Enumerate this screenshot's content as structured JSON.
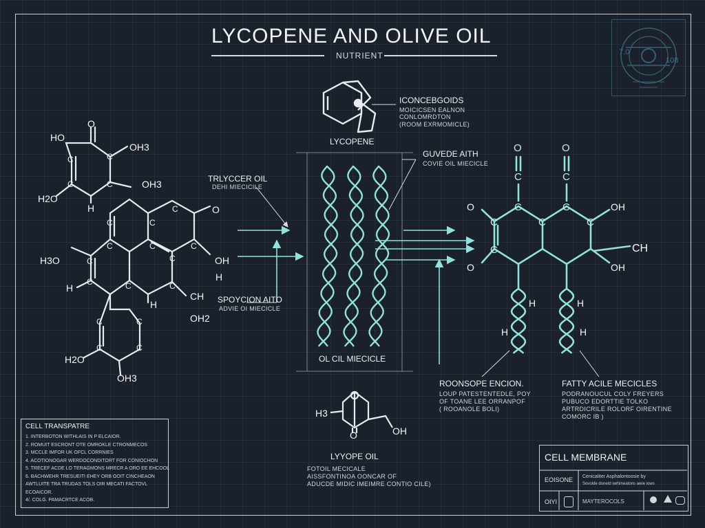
{
  "header": {
    "title": "LYCOPENE AND OLIVE OIL",
    "subtitle": "NUTRIENT"
  },
  "stamp": {
    "left_text": "7.0",
    "right_text": "108"
  },
  "labels": {
    "iconcebgoids": {
      "title": "ICONCEBGOIDS",
      "lines": [
        "MOICICSEN EALNON",
        "CONLOMRDTON",
        "(ROOM EXRMOMICLE)"
      ]
    },
    "lycopene": "LYCOPENE",
    "guvede": {
      "title": "GUVEDE AITH",
      "line": "COVIE OIL MIECICLE"
    },
    "trycer": {
      "title": "TRLYCCER OIL",
      "line": "DEHI MIECICILE"
    },
    "spoycion": {
      "title": "SPOYCION AITO",
      "line": "ADVIE OI MIECICLE"
    },
    "oil_micelle": "OL CIL MIECICLE",
    "roonsope": {
      "title": "ROONSOPE ENCION.",
      "lines": [
        "LOUP PATESTENTEDLE, POY",
        "OF TOANE LEE ORRANPOF",
        "( ROOANOLE BOLI)"
      ]
    },
    "fatty": {
      "title": "FATTY ACILE MECICLES",
      "lines": [
        "PODRANOUCUL COLY FREYERS",
        "PUBUCO EDORTTIE TOLKO",
        "ARTRDICRILE ROLORF OIRENTINE",
        "COMORC IB )"
      ]
    },
    "lyyope": {
      "title": "LYYOPE OIL",
      "lines": [
        "FOTOIL MECICALE",
        "AISSFONTINOA OONCAR OF",
        "ADUCDE MIDIC IMEIMRE CONTIO CILE)"
      ]
    }
  },
  "atoms": {
    "left": [
      "HO",
      "O",
      "OH3",
      "H2O",
      "H",
      "OH3",
      "O",
      "H3O",
      "OH",
      "H",
      "H",
      "H",
      "CH",
      "OH2",
      "H2O",
      "OH3"
    ],
    "ring_c": [
      "C",
      "C",
      "C",
      "C",
      "C",
      "C",
      "C",
      "C",
      "C",
      "C",
      "C",
      "C",
      "C",
      "C",
      "C",
      "C",
      "C",
      "C",
      "C"
    ],
    "right": [
      "O",
      "O",
      "C",
      "C",
      "O",
      "OH",
      "C",
      "C",
      "C",
      "C",
      "C",
      "C",
      "O",
      "OH",
      "CH",
      "H",
      "H",
      "H",
      "H"
    ],
    "bottom": [
      "H3",
      "O",
      "OH"
    ]
  },
  "cell_transport": {
    "title": "CELL TRANSPATRE",
    "items": [
      "1.  INTERBOTON WITHLAIS IN P ELCAIOR.",
      "2.  ROMUIT ESCRONT OTE OMROKLE CTRONMECOS",
      "3.  MCCLE IMFOR UK OFCL CORRNIES",
      "4.  ACOTIONOGAR WERDOCONDITORT FOR CONIOCHON",
      "5.  TRECEF ACDE LO TERAGMONS MRECR A ORO EE EHCOOL",
      "6.  BACHWEHR TRESUEITI EHEY ORB OOIT CINCHEAON",
      "     AWTLUITE TRA TRUDAS TOLS OIR MECATI FACTOVL",
      "     ECOAICOR.",
      "4/.  COLG. PAMACRTCE ACOB."
    ]
  },
  "cell_membrane": {
    "title": "CELL MEMBRANE",
    "row1_label": "EOISONE",
    "row1_text": "Cenicaliter Asphalontoosie by",
    "row1_text2": "Sovolde donetd iwrtimeatons awie iows",
    "row2_label": "OIYI",
    "row2_text": "MAYTEROCOLS"
  },
  "colors": {
    "background": "#1b212b",
    "line": "#e8ecef",
    "accent": "#8fe3dc"
  }
}
